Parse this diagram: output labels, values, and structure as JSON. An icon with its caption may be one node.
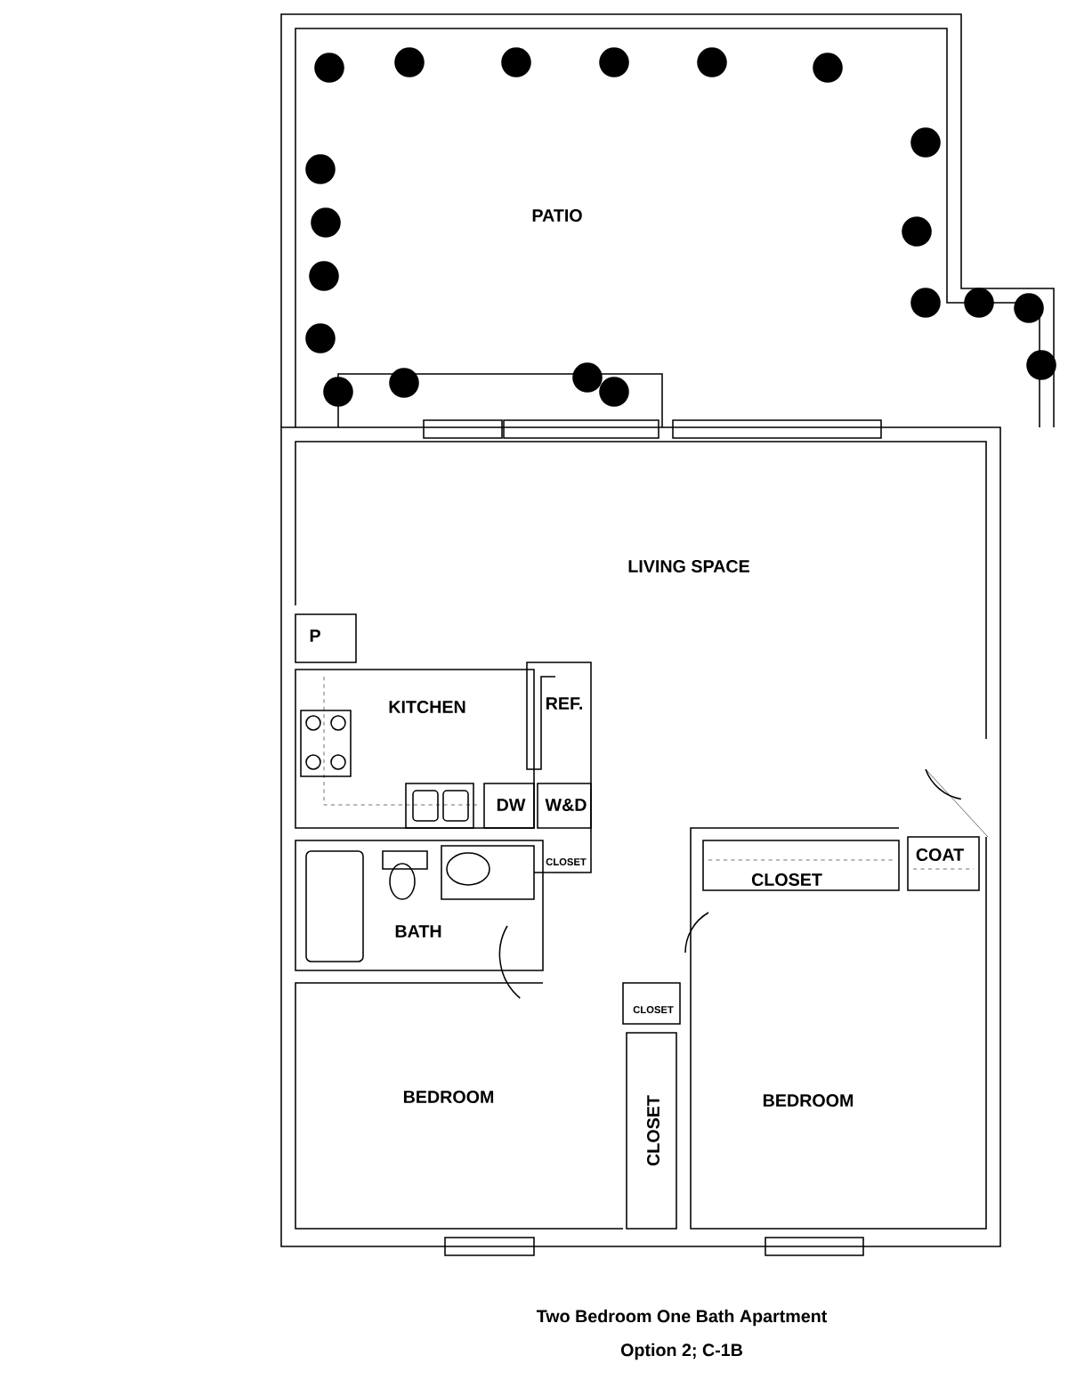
{
  "diagram": {
    "caption": "Two Bedroom One Bath Apartment",
    "labels": [
      "PATIO",
      "LIVING SPACE",
      "P",
      "KITCHEN",
      "REF.",
      "DW",
      "W&D",
      "CLOSET",
      "COAT",
      "CLOSET",
      "BATH",
      "CLOSET",
      "BEDROOM",
      "CLOSET",
      "BEDROOM",
      "Option 2; C-1B"
    ]
  }
}
